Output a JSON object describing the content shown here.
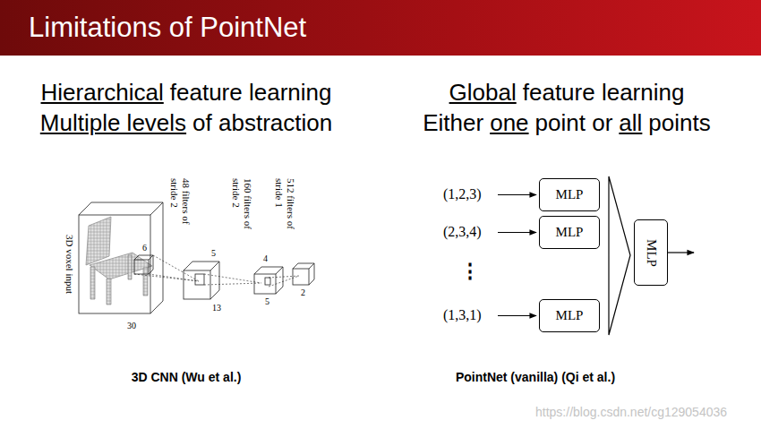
{
  "diagram": {
    "title": "Limitations of PointNet",
    "nodes": [
      {
        "text": [
          "MLP"
        ]
      },
      {
        "text": [
          "MLP"
        ]
      },
      {
        "text": [
          "MLP"
        ]
      },
      {
        "text": [
          "MLP"
        ]
      }
    ],
    "labels": [
      "Hierarchical",
      "feature learning",
      "Multiple levels",
      "of abstraction",
      "Global",
      "feature learning",
      "Either",
      "one",
      "point or",
      "all",
      "points",
      "48 filters of stride 2",
      "160 filters of stride 2",
      "512 filters of stride 1",
      "3D voxel input",
      "6",
      "5",
      "13",
      "4",
      "5",
      "2",
      "30",
      "(1,2,3)",
      "(2,3,4)",
      "⋮",
      "(1,3,1)",
      "3D CNN (Wu et al.)",
      "PointNet (vanilla) (Qi et al.)",
      "https://blog.csdn.net/cg129054036"
    ]
  }
}
